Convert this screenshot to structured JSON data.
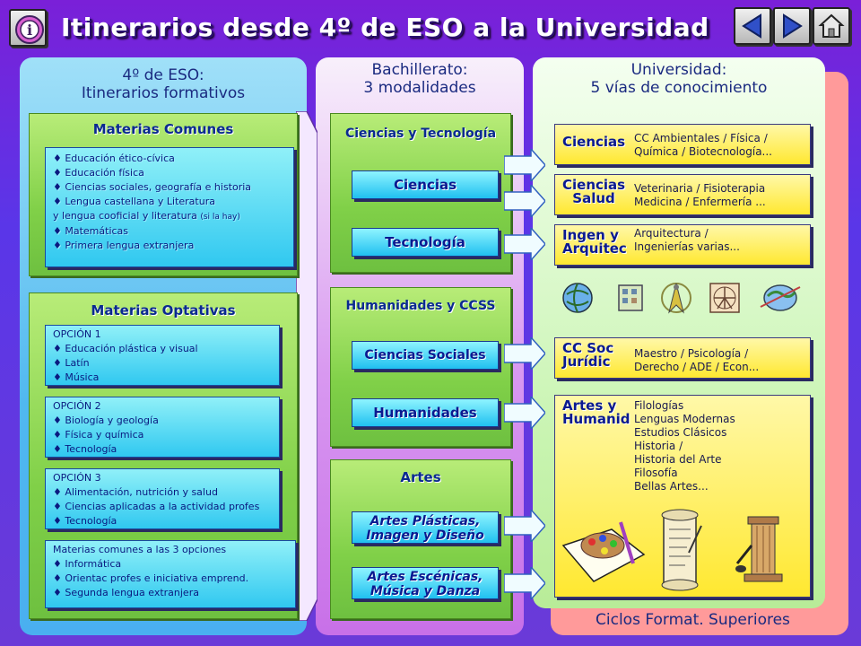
{
  "header": {
    "title": "Itinerarios desde 4º de ESO a la Universidad",
    "info_icon": "info-icon",
    "nav": [
      "previous-icon",
      "next-icon",
      "home-icon"
    ]
  },
  "col1": {
    "heading_line1": "4º de ESO:",
    "heading_line2": "Itinerarios formativos",
    "comunes": {
      "title": "Materias Comunes",
      "items": [
        "♦ Educación ético-cívica",
        "♦ Educación física",
        "♦ Ciencias sociales, geografía e historia",
        "♦ Lengua castellana y Literatura",
        "y lengua cooficial y literatura",
        "♦ Matemáticas",
        "♦ Primera lengua extranjera"
      ],
      "note": "(si la hay)"
    },
    "optativas": {
      "title": "Materias Optativas",
      "opcion1": {
        "title": "OPCIÓN 1",
        "items": [
          "♦ Educación plástica y visual",
          "♦ Latín",
          "♦ Música"
        ]
      },
      "opcion2": {
        "title": "OPCIÓN 2",
        "items": [
          "♦ Biología y geología",
          "♦ Física y química",
          "♦ Tecnología"
        ]
      },
      "opcion3": {
        "title": "OPCIÓN 3",
        "items": [
          "♦ Alimentación, nutrición y salud",
          "♦ Ciencias aplicadas a la actividad profes",
          "♦ Tecnología"
        ]
      },
      "comunes3": {
        "title": "Materias comunes a las 3 opciones",
        "items": [
          "♦ Informática",
          "♦ Orientac profes e iniciativa emprend.",
          "♦ Segunda lengua extranjera"
        ]
      }
    }
  },
  "col2": {
    "heading_line1": "Bachillerato:",
    "heading_line2": "3 modalidades",
    "ciencias": {
      "title": "Ciencias y Tecnología",
      "b1": "Ciencias",
      "b2": "Tecnología"
    },
    "humanidades": {
      "title": "Humanidades y CCSS",
      "b1": "Ciencias Sociales",
      "b2": "Humanidades"
    },
    "artes": {
      "title": "Artes",
      "b1_l1": "Artes Plásticas,",
      "b1_l2": "Imagen y Diseño",
      "b2_l1": "Artes Escénicas,",
      "b2_l2": "Música y Danza"
    }
  },
  "col3": {
    "heading_line1": "Universidad:",
    "heading_line2": "5 vías de conocimiento",
    "u1": {
      "label": "Ciencias",
      "d1": "CC Ambientales  / Física /",
      "d2": "Química /  Biotecnología..."
    },
    "u2": {
      "label1": "Ciencias",
      "label2": "Salud",
      "d1": "Veterinaria / Fisioterapia",
      "d2": "Medicina / Enfermería ..."
    },
    "u3": {
      "label1": "Ingen y",
      "label2": "Arquitec",
      "d1": "Arquitectura /",
      "d2": "Ingenierías varias..."
    },
    "u4": {
      "label1": "CC Soc",
      "label2": "Jurídic",
      "d1": "Maestro / Psicología /",
      "d2": "Derecho / ADE / Econ..."
    },
    "u5": {
      "label1": "Artes y",
      "label2": "Humanid",
      "items": [
        "Filologías",
        "Lenguas Modernas",
        "Estudios Clásicos",
        "Historia /",
        "Historia del Arte",
        "Filosofía",
        "Bellas Artes..."
      ]
    },
    "icons": [
      "globe-icon",
      "building-icon",
      "compass-icon",
      "vitruvian-icon",
      "world-icon"
    ],
    "clipart": [
      "palette-icon",
      "scroll-icon",
      "column-icon"
    ]
  },
  "footer": {
    "ciclos": "Ciclos Format. Superiores"
  },
  "colors": {
    "green": "#80d048",
    "cyan": "#30c8f0",
    "yellow": "#ffe830",
    "title": "#0a1a90"
  }
}
